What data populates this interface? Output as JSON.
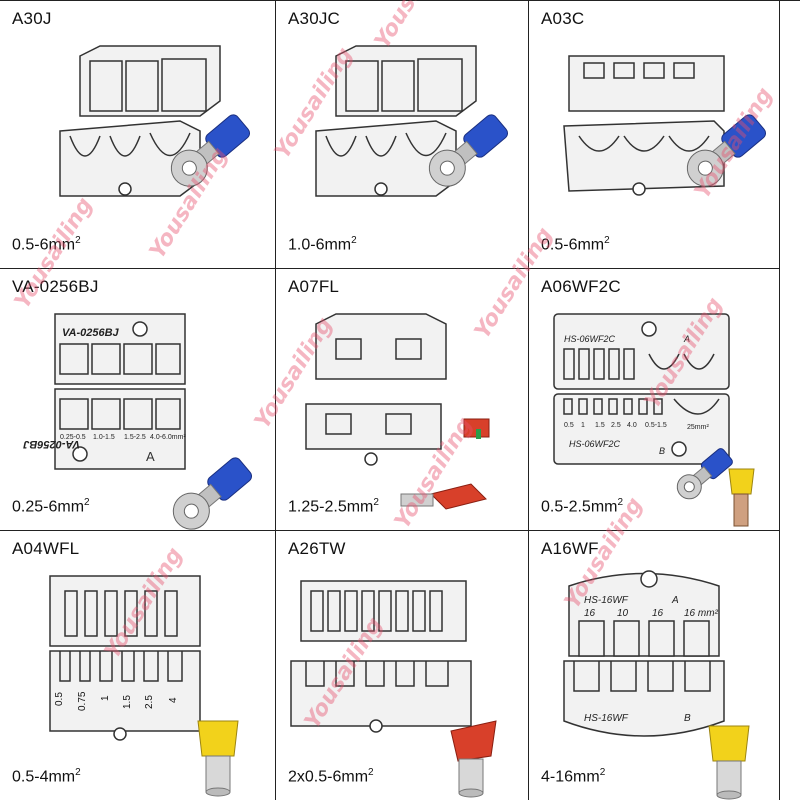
{
  "colors": {
    "border": "#222222",
    "die_fill": "#f2f2f2",
    "die_stroke": "#333333",
    "terminal_blue": "#2a52c9",
    "terminal_red": "#d8402a",
    "ferrule_yellow": "#f2d21b",
    "watermark": "#e6506e"
  },
  "watermark": {
    "text": "Yousailing"
  },
  "cells": [
    {
      "model": "A30J",
      "range": "0.5-6mm",
      "sup": "2",
      "die_labels": [],
      "terminal": "ring-blue"
    },
    {
      "model": "A30JC",
      "range": "1.0-6mm",
      "sup": "2",
      "die_labels": [],
      "terminal": "ring-blue"
    },
    {
      "model": "A03C",
      "range": "0.5-6mm",
      "sup": "2",
      "die_labels": [],
      "terminal": "ring-blue"
    },
    {
      "model": "VA-0256BJ",
      "range": "0.25-6mm",
      "sup": "2",
      "die_labels": [
        "VA-0256BJ",
        "VA-0256BJ",
        "0.25-0.5",
        "1.0-1.5",
        "1.5-2.5",
        "4.0-6.0mm²",
        "A"
      ],
      "terminal": "ring-blue"
    },
    {
      "model": "A07FL",
      "range": "1.25-2.5mm",
      "sup": "2",
      "die_labels": [],
      "terminal": "flag-red"
    },
    {
      "model": "A06WF2C",
      "range": "0.5-2.5mm",
      "sup": "2",
      "die_labels": [
        "HS-06WF2C",
        "A",
        "0.5",
        "1",
        "1.5",
        "2.5",
        "4.0",
        "0.5-1.5",
        "25mm²",
        "HS-06WF2C",
        "B"
      ],
      "terminal": "ring-and-ferrule"
    },
    {
      "model": "A04WFL",
      "range": "0.5-4mm",
      "sup": "2",
      "die_labels": [
        "0.5",
        "0.75",
        "1",
        "1.5",
        "2.5",
        "4"
      ],
      "terminal": "ferrule-yellow"
    },
    {
      "model": "A26TW",
      "range": "2x0.5-6mm",
      "sup": "2",
      "die_labels": [],
      "terminal": "twin-ferrule-red"
    },
    {
      "model": "A16WF",
      "range": "4-16mm",
      "sup": "2",
      "die_labels": [
        "HS-16WF",
        "A",
        "16",
        "10",
        "16",
        "16 mm²",
        "HS-16WF",
        "B"
      ],
      "terminal": "ferrule-yellow"
    }
  ]
}
